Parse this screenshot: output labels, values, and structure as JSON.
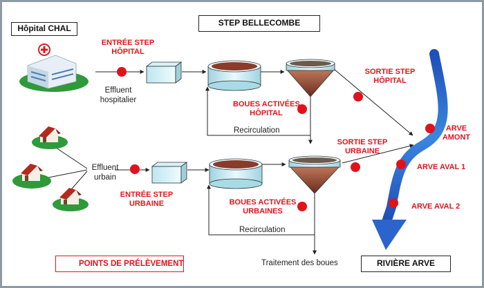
{
  "boxes": {
    "hospital": "Hôpital CHAL",
    "step": "STEP BELLECOMBE",
    "river": "RIVIÈRE ARVE",
    "legend": "POINTS DE PRÉLÈVEMENT"
  },
  "labels": {
    "effluent_hosp_1": "Effluent",
    "effluent_hosp_2": "hospitalier",
    "effluent_urb_1": "Effluent",
    "effluent_urb_2": "urbain",
    "recirc_1": "Recirculation",
    "recirc_2": "Recirculation",
    "traitement": "Traitement des boues"
  },
  "points": {
    "entree_hop_1": "ENTRÉE STEP",
    "entree_hop_2": "HÔPITAL",
    "boues_hop_1": "BOUES ACTIVÉES",
    "boues_hop_2": "HÔPITAL",
    "sortie_hop_1": "SORTIE STEP",
    "sortie_hop_2": "HÔPITAL",
    "sortie_urb_1": "SORTIE STEP",
    "sortie_urb_2": "URBAINE",
    "entree_urb_1": "ENTRÉE STEP",
    "entree_urb_2": "URBAINE",
    "boues_urb_1": "BOUES ACTIVÉES",
    "boues_urb_2": "URBAINES",
    "arve_amont_1": "ARVE",
    "arve_amont_2": "AMONT",
    "arve_aval1": "ARVE AVAL 1",
    "arve_aval2": "ARVE AVAL 2"
  },
  "colors": {
    "sampling_point": "#e0131c",
    "river": "#2f6fd6",
    "tank_sludge": "#8a3b2a",
    "tank_body": "#d8f0f5"
  }
}
